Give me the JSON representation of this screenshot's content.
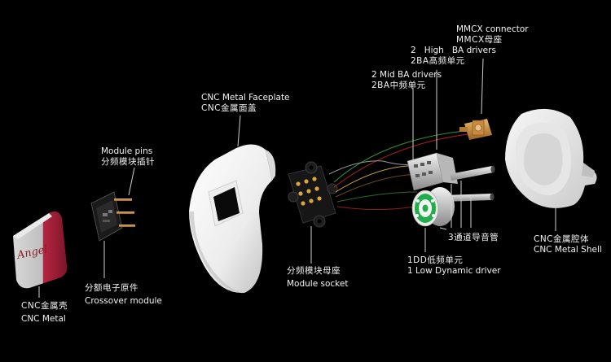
{
  "labels": {
    "mmcx": {
      "en": "MMCX connector",
      "cn": "MMCX母座"
    },
    "high_ba": {
      "en": "2   High   BA drivers",
      "cn": "2BA高频单元"
    },
    "mid_ba": {
      "en": "2 Mid BA drivers",
      "cn": "2BA中频单元"
    },
    "faceplate": {
      "en": "CNC Metal Faceplate",
      "cn": "CNC金属面盖"
    },
    "module_pins": {
      "en": "Module pins",
      "cn": "分频模块插针"
    },
    "shell": {
      "cn": "CNC金属腔体",
      "en": "CNC Metal Shell"
    },
    "tubes": {
      "cn": "3通道导音管"
    },
    "dynamic": {
      "cn": "1DD低频单元",
      "en": "1 Low Dynamic driver"
    },
    "socket": {
      "cn": "分频模块母座",
      "en": "Module socket"
    },
    "crossover": {
      "cn": "分额电子原件",
      "en": "Crossover module"
    },
    "cnc_metal": {
      "cn": "CNC金属壳",
      "en": "CNC Metal"
    }
  },
  "logo_text": "Angel",
  "colors": {
    "background": "#000000",
    "shell_white": "#f4f4f4",
    "badge_red": "#a8203a",
    "mmcx_gold": "#c98a3c",
    "pin_gold": "#d9a441",
    "leader_line": "#cfcfcf",
    "dynamic_green": "#1fae4a"
  }
}
